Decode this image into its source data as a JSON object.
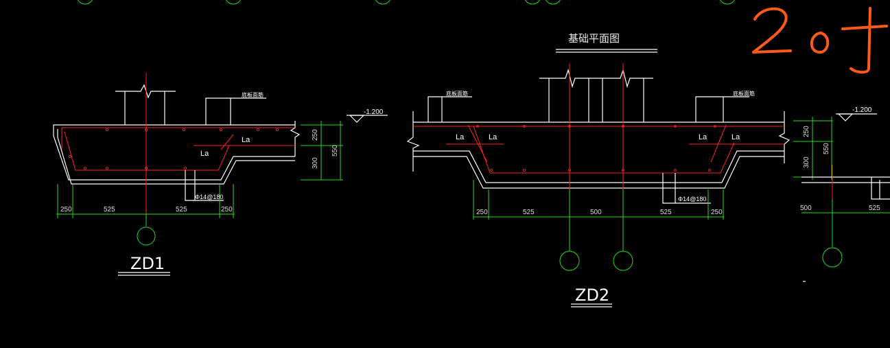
{
  "plan_title": "基础平面图",
  "handwriting": "20J",
  "zd1": {
    "name": "ZD1",
    "elevation": "-1.200",
    "wall_note": "底板面筋",
    "anchor_label": "La",
    "rebar_note": "Φ14@180",
    "dims_bottom": [
      "250",
      "525",
      "525",
      "250"
    ],
    "dims_side": [
      "250",
      "300",
      "550"
    ]
  },
  "zd2": {
    "name": "ZD2",
    "elevation": "-1.200",
    "wall_note_left": "底板面筋",
    "wall_note_right": "底板面筋",
    "anchor_labels": [
      "La",
      "La",
      "La",
      "La"
    ],
    "rebar_note": "Φ14@180",
    "dims_bottom": [
      "250",
      "525",
      "500",
      "525",
      "250"
    ]
  },
  "zd3_partial": {
    "elevation": "-1.200",
    "dims_side": [
      "250",
      "300",
      "550"
    ],
    "dims_bottom": [
      "500",
      "525"
    ]
  },
  "colors": {
    "background": "#000000",
    "outline": "#ffffff",
    "dimension": "#22dd22",
    "rebar": "#ff2222",
    "handwriting": "#ff5a1a"
  }
}
